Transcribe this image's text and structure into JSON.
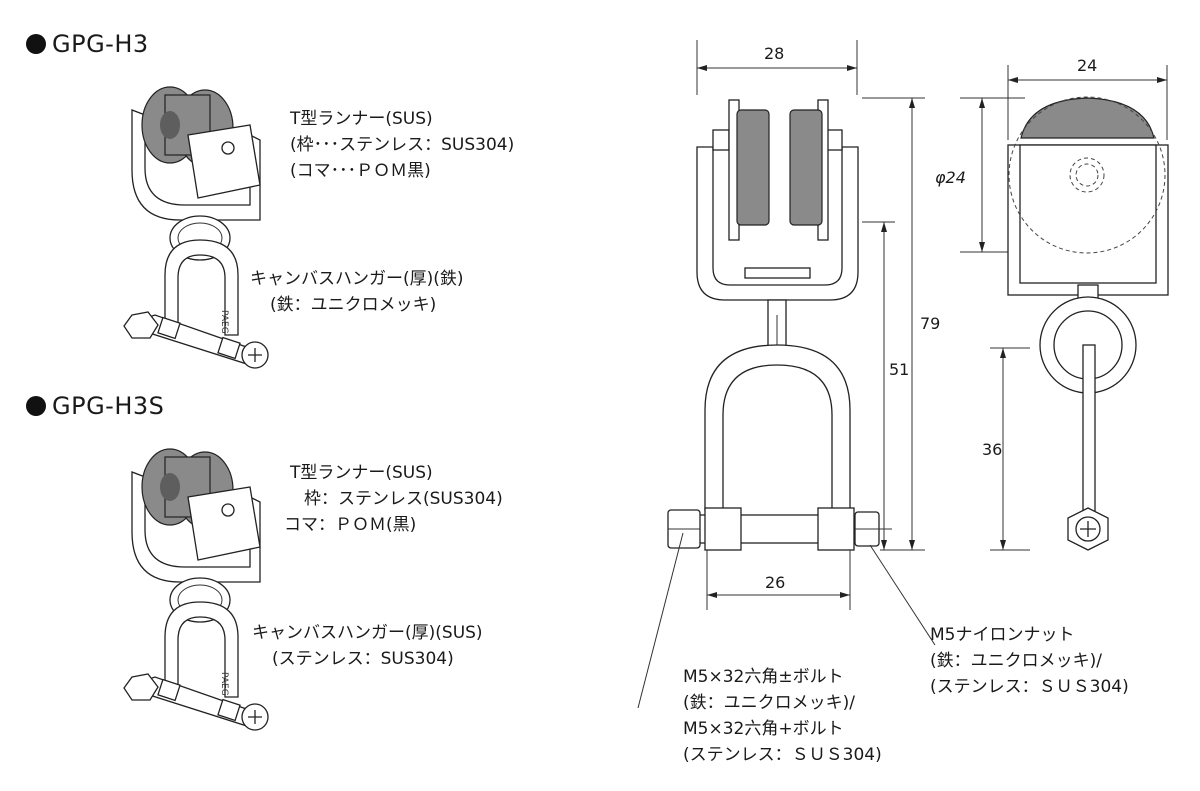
{
  "products": [
    {
      "title": "GPG-H3",
      "runner_lines": [
        "T型ランナー(SUS)",
        "(枠･･･ステンレス：SUS304)",
        "(コマ･･･ＰＯＭ黒)"
      ],
      "hanger_lines": [
        "キャンバスハンガー(厚)(鉄)",
        "(鉄：ユニクロメッキ)"
      ]
    },
    {
      "title": "GPG-H3S",
      "runner_lines": [
        "T型ランナー(SUS)",
        "枠：ステンレス(SUS304)",
        "コマ：ＰＯＭ(黒)"
      ],
      "hanger_lines": [
        "キャンバスハンガー(厚)(SUS)",
        "(ステンレス：SUS304)"
      ]
    }
  ],
  "dimensions": {
    "front_width": "28",
    "side_width": "24",
    "wheel_diameter": "φ24",
    "total_height": "79",
    "hanger_height": "51",
    "side_hanger_height": "36",
    "bolt_span": "26"
  },
  "callouts": {
    "nut_lines": [
      "M5ナイロンナット",
      "(鉄：ユニクロメッキ)/",
      "(ステンレス：ＳＵＳ304)"
    ],
    "bolt_lines": [
      "M5×32六角±ボルト",
      "(鉄：ユニクロメッキ)/",
      "M5×32六角+ボルト",
      "(ステンレス：ＳＵＳ304)"
    ]
  },
  "colors": {
    "wheel_gray": "#8a8a8a",
    "line": "#222222"
  }
}
